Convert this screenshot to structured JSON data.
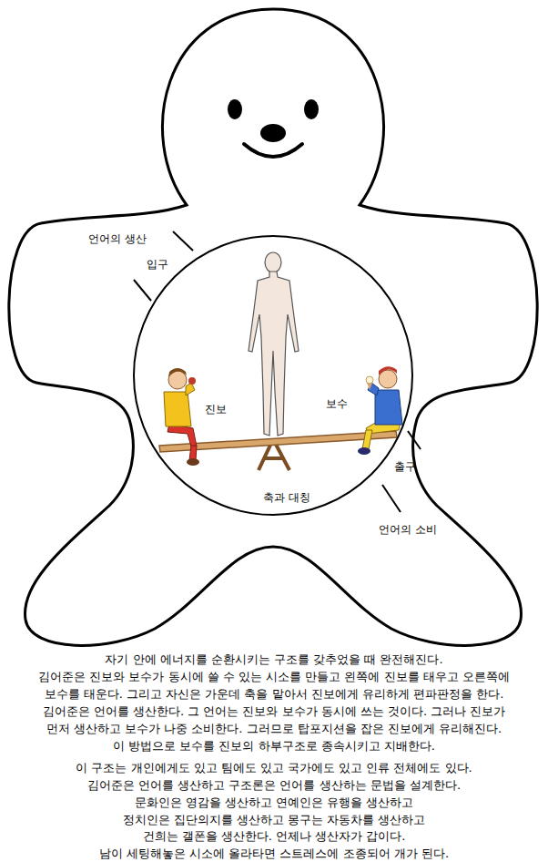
{
  "diagram": {
    "nodes": [
      {
        "text": [
          "언어의 생산",
          "입구",
          "출구",
          "언어의 소비"
        ]
      },
      {
        "text": [
          "진보",
          "보수",
          "축과 대칭"
        ],
        "in": 0
      }
    ],
    "labels": [
      "자기 안에 에너지를 순환시키는 구조를 갖추었을 때 완전해진다.",
      "김어준은 진보와 보수가 동시에 쓸 수 있는 시소를 만들고 왼쪽에 진보를 태우고 오른쪽에",
      "보수를 태운다. 그리고 자신은 가운데 축을 맡아서 진보에게 유리하게 편파판정을 한다.",
      "김어준은 언어를 생산한다. 그 언어는 진보와 보수가 동시에 쓰는 것이다. 그러나 진보가",
      "먼저 생산하고 보수가 나중 소비한다. 그러므로 탑포지션을 잡은 진보에게 유리해진다.",
      "이 방법으로 보수를 진보의 하부구조로 종속시키고 지배한다.",
      "이 구조는 개인에게도 있고 팀에도 있고 국가에도 있고 인류 전체에도 있다.",
      "김어준은 언어를 생산하고 구조론은 언어를 생산하는 문법을 설계한다.",
      "문화인은 영감을 생산하고 연예인은 유행을 생산하고",
      "정치인은 집단의지를 생산하고 몽구는 자동차를 생산하고",
      "건희는 갤폰을 생산한다. 언제나 생산자가 갑이다.",
      "남이 세팅해놓은 시소에 올라타면 스트레스에 조종되어 개가 된다."
    ]
  }
}
